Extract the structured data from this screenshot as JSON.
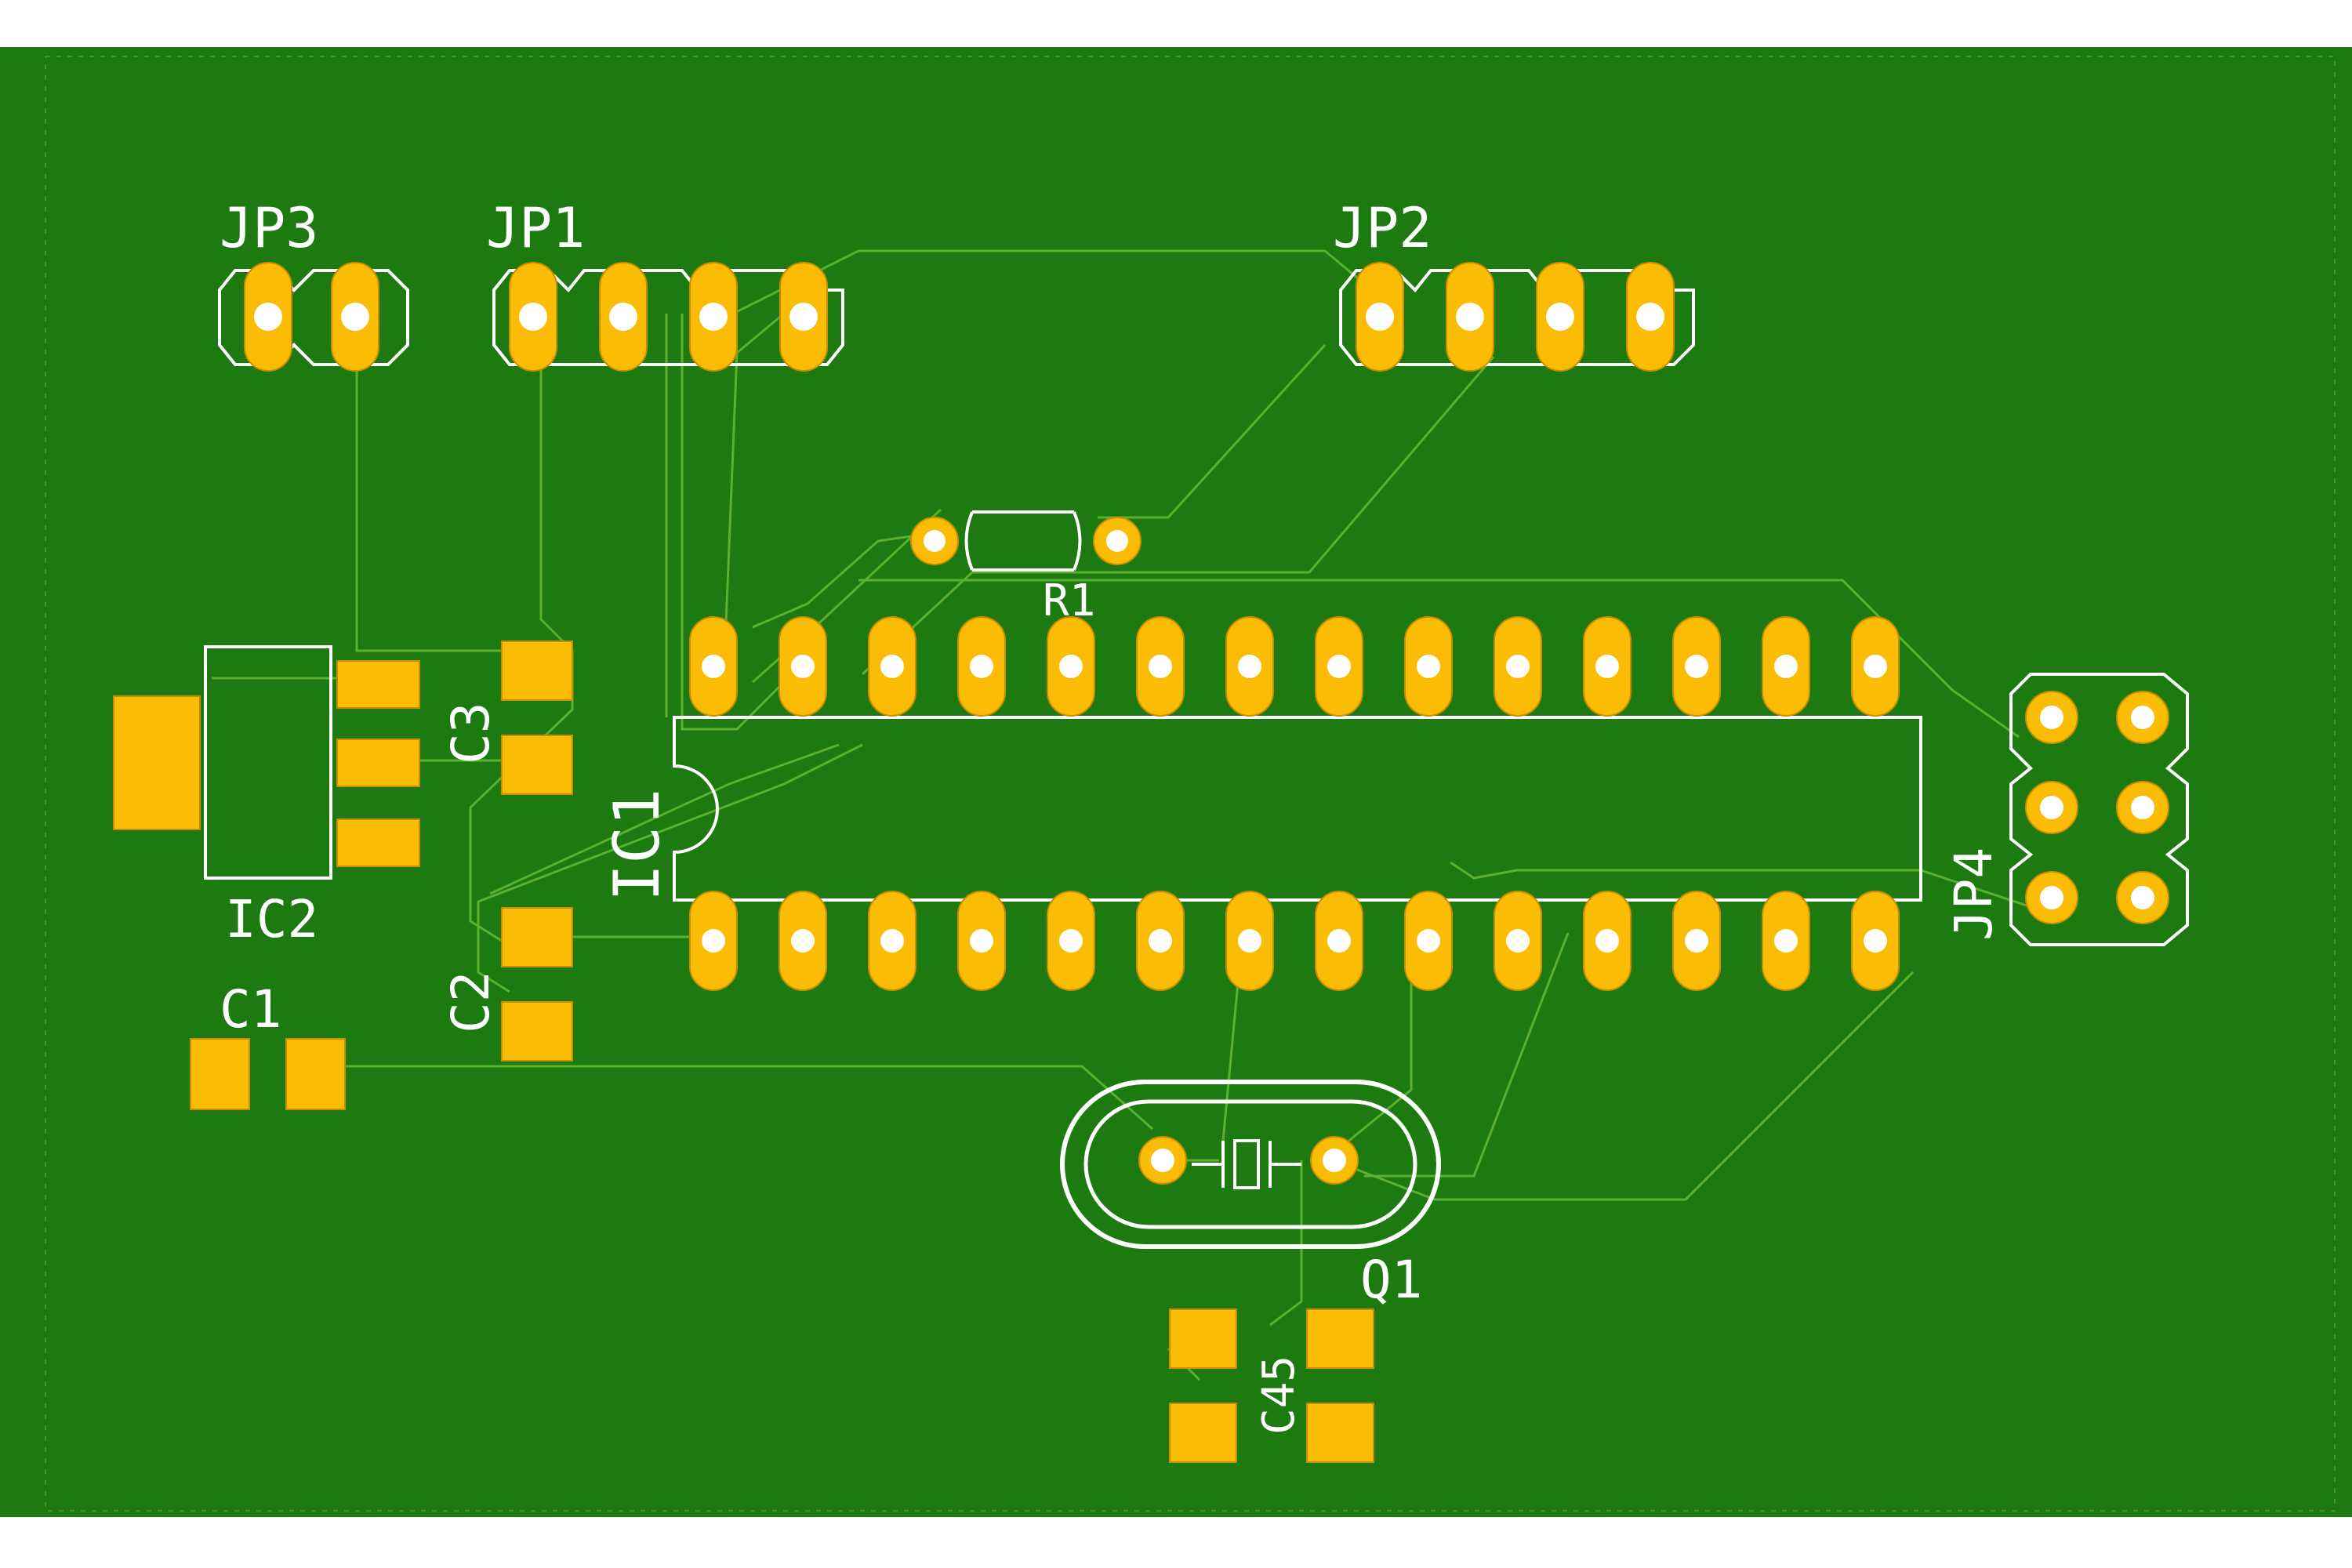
{
  "colors": {
    "background": "#ffffff",
    "board": "#1c7a10",
    "trace": "#58b02a",
    "pad": "#fbbc06",
    "pad_edge": "#c98e00",
    "silkscreen": "#ffffff"
  },
  "labels": {
    "jp3": "JP3",
    "jp1": "JP1",
    "jp2": "JP2",
    "jp4": "JP4",
    "r1": "R1",
    "ic1": "IC1",
    "ic2": "IC2",
    "c1": "C1",
    "c2": "C2",
    "c3": "C3",
    "c45": "C45",
    "q1": "Q1"
  },
  "components": {
    "jp3": {
      "pins": 2
    },
    "jp1": {
      "pins": 4
    },
    "jp2": {
      "pins": 4
    },
    "jp4": {
      "pins": 6
    },
    "ic1": {
      "pins": 28,
      "package": "DIP"
    },
    "ic2": {
      "pins": 4,
      "package": "SOT-223"
    },
    "r1": {
      "pins": 2
    },
    "q1": {
      "pins": 2,
      "type": "crystal"
    }
  }
}
